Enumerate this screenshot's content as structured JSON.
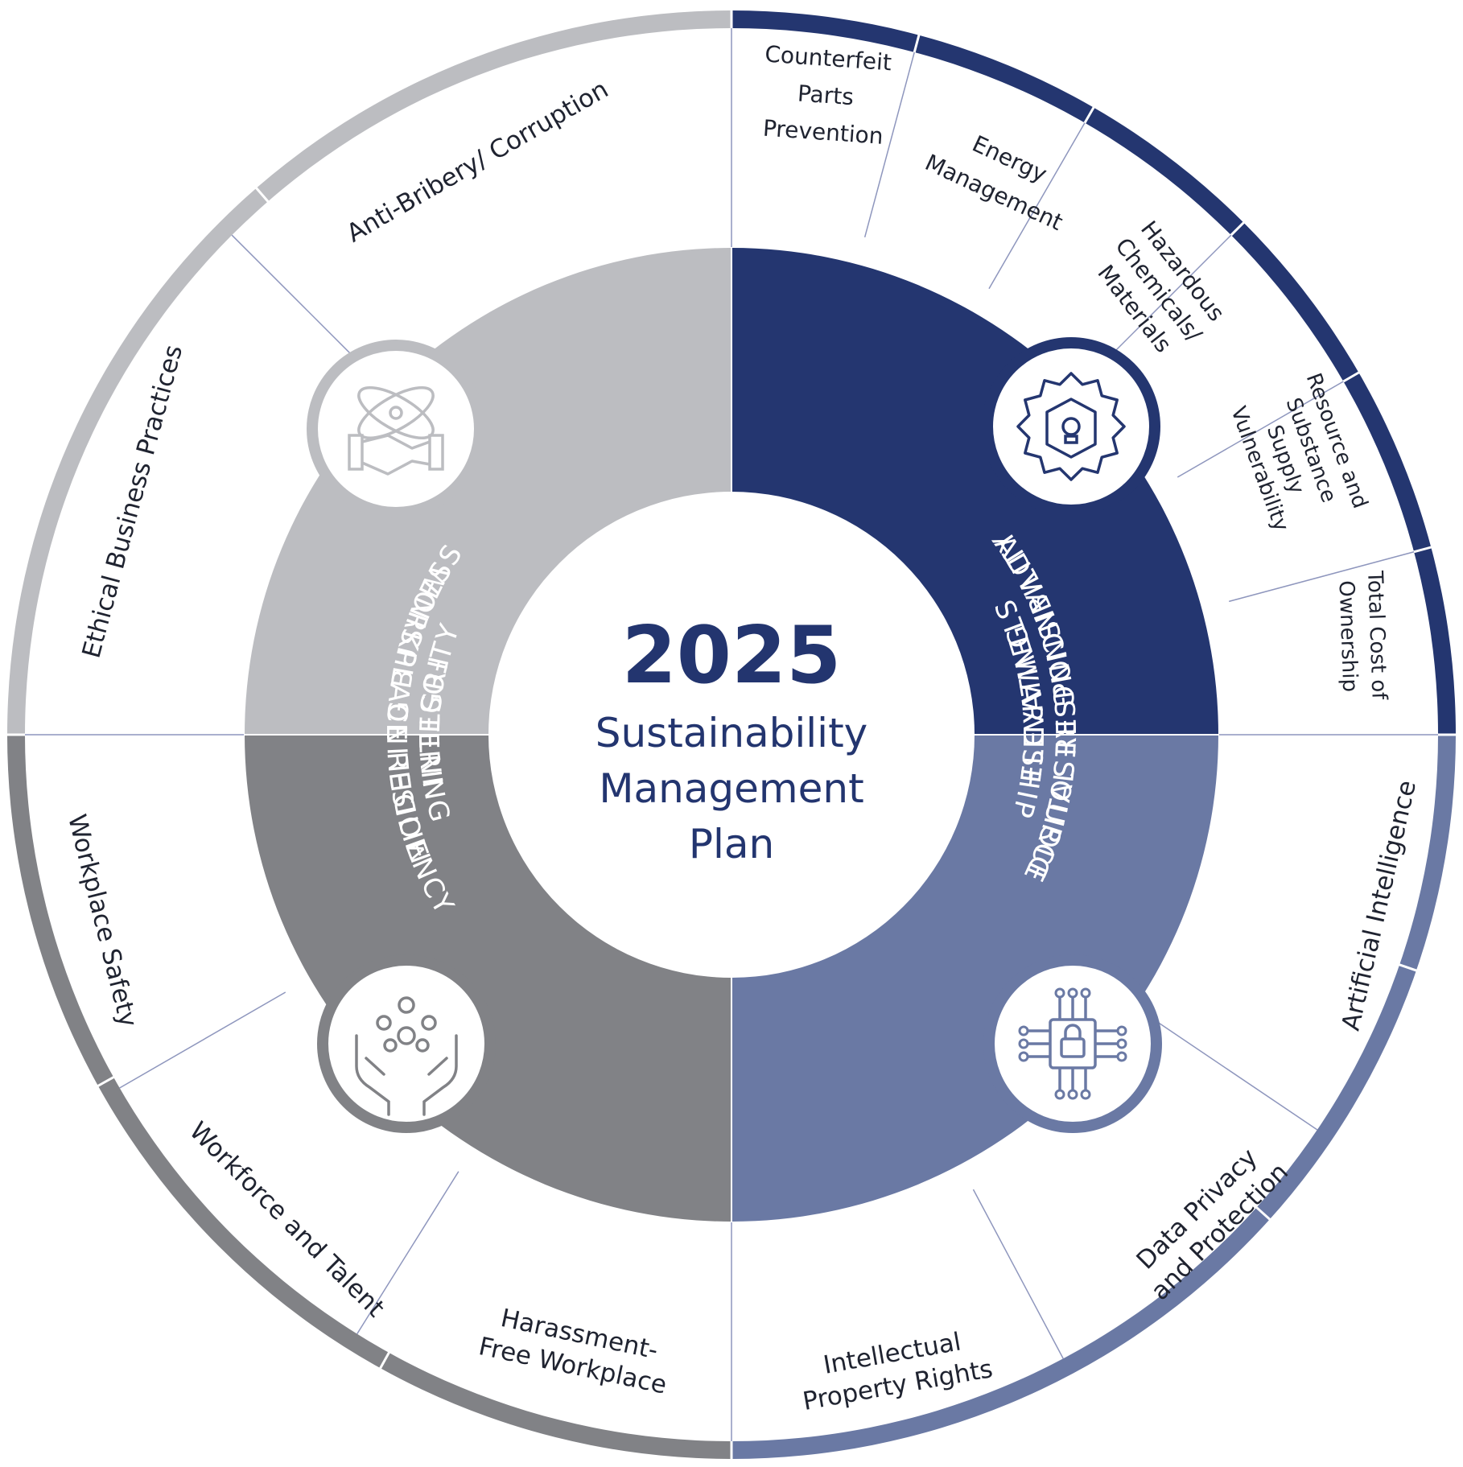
{
  "center": {
    "year": "2025",
    "title_lines": [
      "Sustainability",
      "Management",
      "Plan"
    ]
  },
  "colors": {
    "light_gray": "#bcbdc1",
    "dark_gray": "#818286",
    "navy": "#243670",
    "steel_blue": "#6a79a4",
    "divider": "#8e96bd",
    "text_dark": "#1f2330",
    "center_blue": "#23356f",
    "white": "#ffffff"
  },
  "pillars": [
    {
      "id": "business-integrity",
      "lines": [
        "MODELING BUSINESS",
        "INTEGRITY"
      ],
      "color": "light_gray",
      "icon": "handshake-atom-icon"
    },
    {
      "id": "resource-stewardship",
      "lines": [
        "ADVANCING RESOURCE",
        "STEWARDSHIP"
      ],
      "color": "navy",
      "icon": "gear-box-bulb-icon"
    },
    {
      "id": "digital-responsibility",
      "lines": [
        "ELEVATING",
        "DIGITAL RESPONSIBILITY"
      ],
      "color": "steel_blue",
      "icon": "circuit-lock-icon"
    },
    {
      "id": "workplace-resiliency",
      "lines": [
        "FOSTERING",
        "WORKPLACE RESILIENCY"
      ],
      "color": "dark_gray",
      "icon": "hands-people-icon"
    }
  ],
  "topics": [
    {
      "id": "anti-bribery",
      "lines": [
        "Anti-Bribery/ Corruption"
      ]
    },
    {
      "id": "ethical-business-practices",
      "lines": [
        "Ethical Business Practices"
      ]
    },
    {
      "id": "counterfeit-parts",
      "lines": [
        "Counterfeit",
        "Parts",
        "Prevention"
      ]
    },
    {
      "id": "energy-management",
      "lines": [
        "Energy",
        "Management"
      ]
    },
    {
      "id": "hazardous-chemicals",
      "lines": [
        "Hazardous",
        "Chemicals/",
        "Materials"
      ]
    },
    {
      "id": "resource-supply",
      "lines": [
        "Resource and",
        "Substance",
        "Supply",
        "Vulnerability"
      ]
    },
    {
      "id": "total-cost",
      "lines": [
        "Total Cost of",
        "Ownership"
      ]
    },
    {
      "id": "artificial-intelligence",
      "lines": [
        "Artificial Intelligence"
      ]
    },
    {
      "id": "data-privacy",
      "lines": [
        "Data Privacy",
        "and Protection"
      ]
    },
    {
      "id": "intellectual-property",
      "lines": [
        "Intellectual",
        "Property Rights"
      ]
    },
    {
      "id": "harassment-free",
      "lines": [
        "Harassment-",
        "Free Workplace"
      ]
    },
    {
      "id": "workforce-talent",
      "lines": [
        "Workforce and Talent"
      ]
    },
    {
      "id": "workplace-safety",
      "lines": [
        "Workplace Safety"
      ]
    }
  ]
}
